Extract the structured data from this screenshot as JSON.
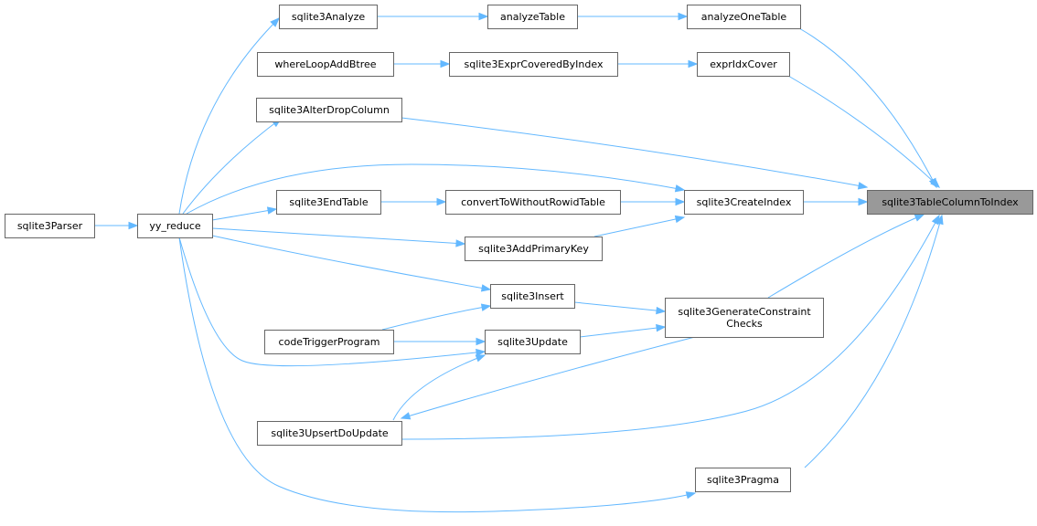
{
  "graph": {
    "focus_node": "sqlite3TableColumnToIndex",
    "colors": {
      "edge": "#63b8ff",
      "node_border": "#666666",
      "focus_fill": "#999999",
      "node_fill": "#ffffff"
    },
    "nodes": {
      "sqlite3TableColumnToIndex": "sqlite3TableColumnToIndex",
      "analyzeOneTable": "analyzeOneTable",
      "analyzeTable": "analyzeTable",
      "sqlite3Analyze": "sqlite3Analyze",
      "exprIdxCover": "exprIdxCover",
      "sqlite3ExprCoveredByIndex": "sqlite3ExprCoveredByIndex",
      "whereLoopAddBtree": "whereLoopAddBtree",
      "sqlite3AlterDropColumn": "sqlite3AlterDropColumn",
      "sqlite3CreateIndex": "sqlite3CreateIndex",
      "convertToWithoutRowidTable": "convertToWithoutRowidTable",
      "sqlite3EndTable": "sqlite3EndTable",
      "sqlite3AddPrimaryKey": "sqlite3AddPrimaryKey",
      "yy_reduce": "yy_reduce",
      "sqlite3Parser": "sqlite3Parser",
      "sqlite3GenerateConstraintChecks": [
        "sqlite3GenerateConstraint",
        "Checks"
      ],
      "sqlite3Insert": "sqlite3Insert",
      "sqlite3Update": "sqlite3Update",
      "codeTriggerProgram": "codeTriggerProgram",
      "sqlite3UpsertDoUpdate": "sqlite3UpsertDoUpdate",
      "sqlite3Pragma": "sqlite3Pragma"
    },
    "edges": [
      [
        "analyzeOneTable",
        "sqlite3TableColumnToIndex"
      ],
      [
        "analyzeTable",
        "analyzeOneTable"
      ],
      [
        "sqlite3Analyze",
        "analyzeTable"
      ],
      [
        "yy_reduce",
        "sqlite3Analyze"
      ],
      [
        "exprIdxCover",
        "sqlite3TableColumnToIndex"
      ],
      [
        "sqlite3ExprCoveredByIndex",
        "exprIdxCover"
      ],
      [
        "whereLoopAddBtree",
        "sqlite3ExprCoveredByIndex"
      ],
      [
        "sqlite3AlterDropColumn",
        "sqlite3TableColumnToIndex"
      ],
      [
        "yy_reduce",
        "sqlite3AlterDropColumn"
      ],
      [
        "sqlite3CreateIndex",
        "sqlite3TableColumnToIndex"
      ],
      [
        "yy_reduce",
        "sqlite3CreateIndex"
      ],
      [
        "convertToWithoutRowidTable",
        "sqlite3CreateIndex"
      ],
      [
        "sqlite3EndTable",
        "convertToWithoutRowidTable"
      ],
      [
        "yy_reduce",
        "sqlite3EndTable"
      ],
      [
        "sqlite3AddPrimaryKey",
        "sqlite3CreateIndex"
      ],
      [
        "yy_reduce",
        "sqlite3AddPrimaryKey"
      ],
      [
        "sqlite3Parser",
        "yy_reduce"
      ],
      [
        "sqlite3GenerateConstraintChecks",
        "sqlite3TableColumnToIndex"
      ],
      [
        "sqlite3Insert",
        "sqlite3GenerateConstraintChecks"
      ],
      [
        "sqlite3Update",
        "sqlite3GenerateConstraintChecks"
      ],
      [
        "yy_reduce",
        "sqlite3Insert"
      ],
      [
        "codeTriggerProgram",
        "sqlite3Insert"
      ],
      [
        "codeTriggerProgram",
        "sqlite3Update"
      ],
      [
        "yy_reduce",
        "sqlite3Update"
      ],
      [
        "sqlite3UpsertDoUpdate",
        "sqlite3Update"
      ],
      [
        "sqlite3GenerateConstraintChecks",
        "sqlite3UpsertDoUpdate"
      ],
      [
        "sqlite3UpsertDoUpdate",
        "sqlite3TableColumnToIndex"
      ],
      [
        "sqlite3Pragma",
        "sqlite3TableColumnToIndex"
      ],
      [
        "yy_reduce",
        "sqlite3Pragma"
      ]
    ]
  }
}
